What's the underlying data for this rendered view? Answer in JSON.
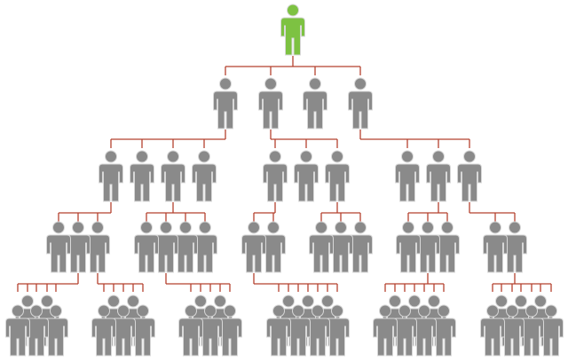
{
  "diagram": {
    "type": "hierarchy-of-people-icons",
    "icon": "person-icon",
    "colors": {
      "root": "#7dc242",
      "person": "#8a8a8a",
      "outline": "#d8d8d8",
      "connector": "#b5412f"
    },
    "levels": [
      {
        "people_per_node": [
          1
        ]
      },
      {
        "people_per_node": [
          1,
          1,
          1,
          1
        ]
      },
      {
        "people_per_node": [
          4,
          3,
          3
        ]
      },
      {
        "people_per_node": [
          3,
          4,
          2,
          3,
          3,
          2
        ]
      },
      {
        "people_per_node": [
          5,
          5,
          5,
          7,
          7,
          7
        ]
      }
    ]
  }
}
